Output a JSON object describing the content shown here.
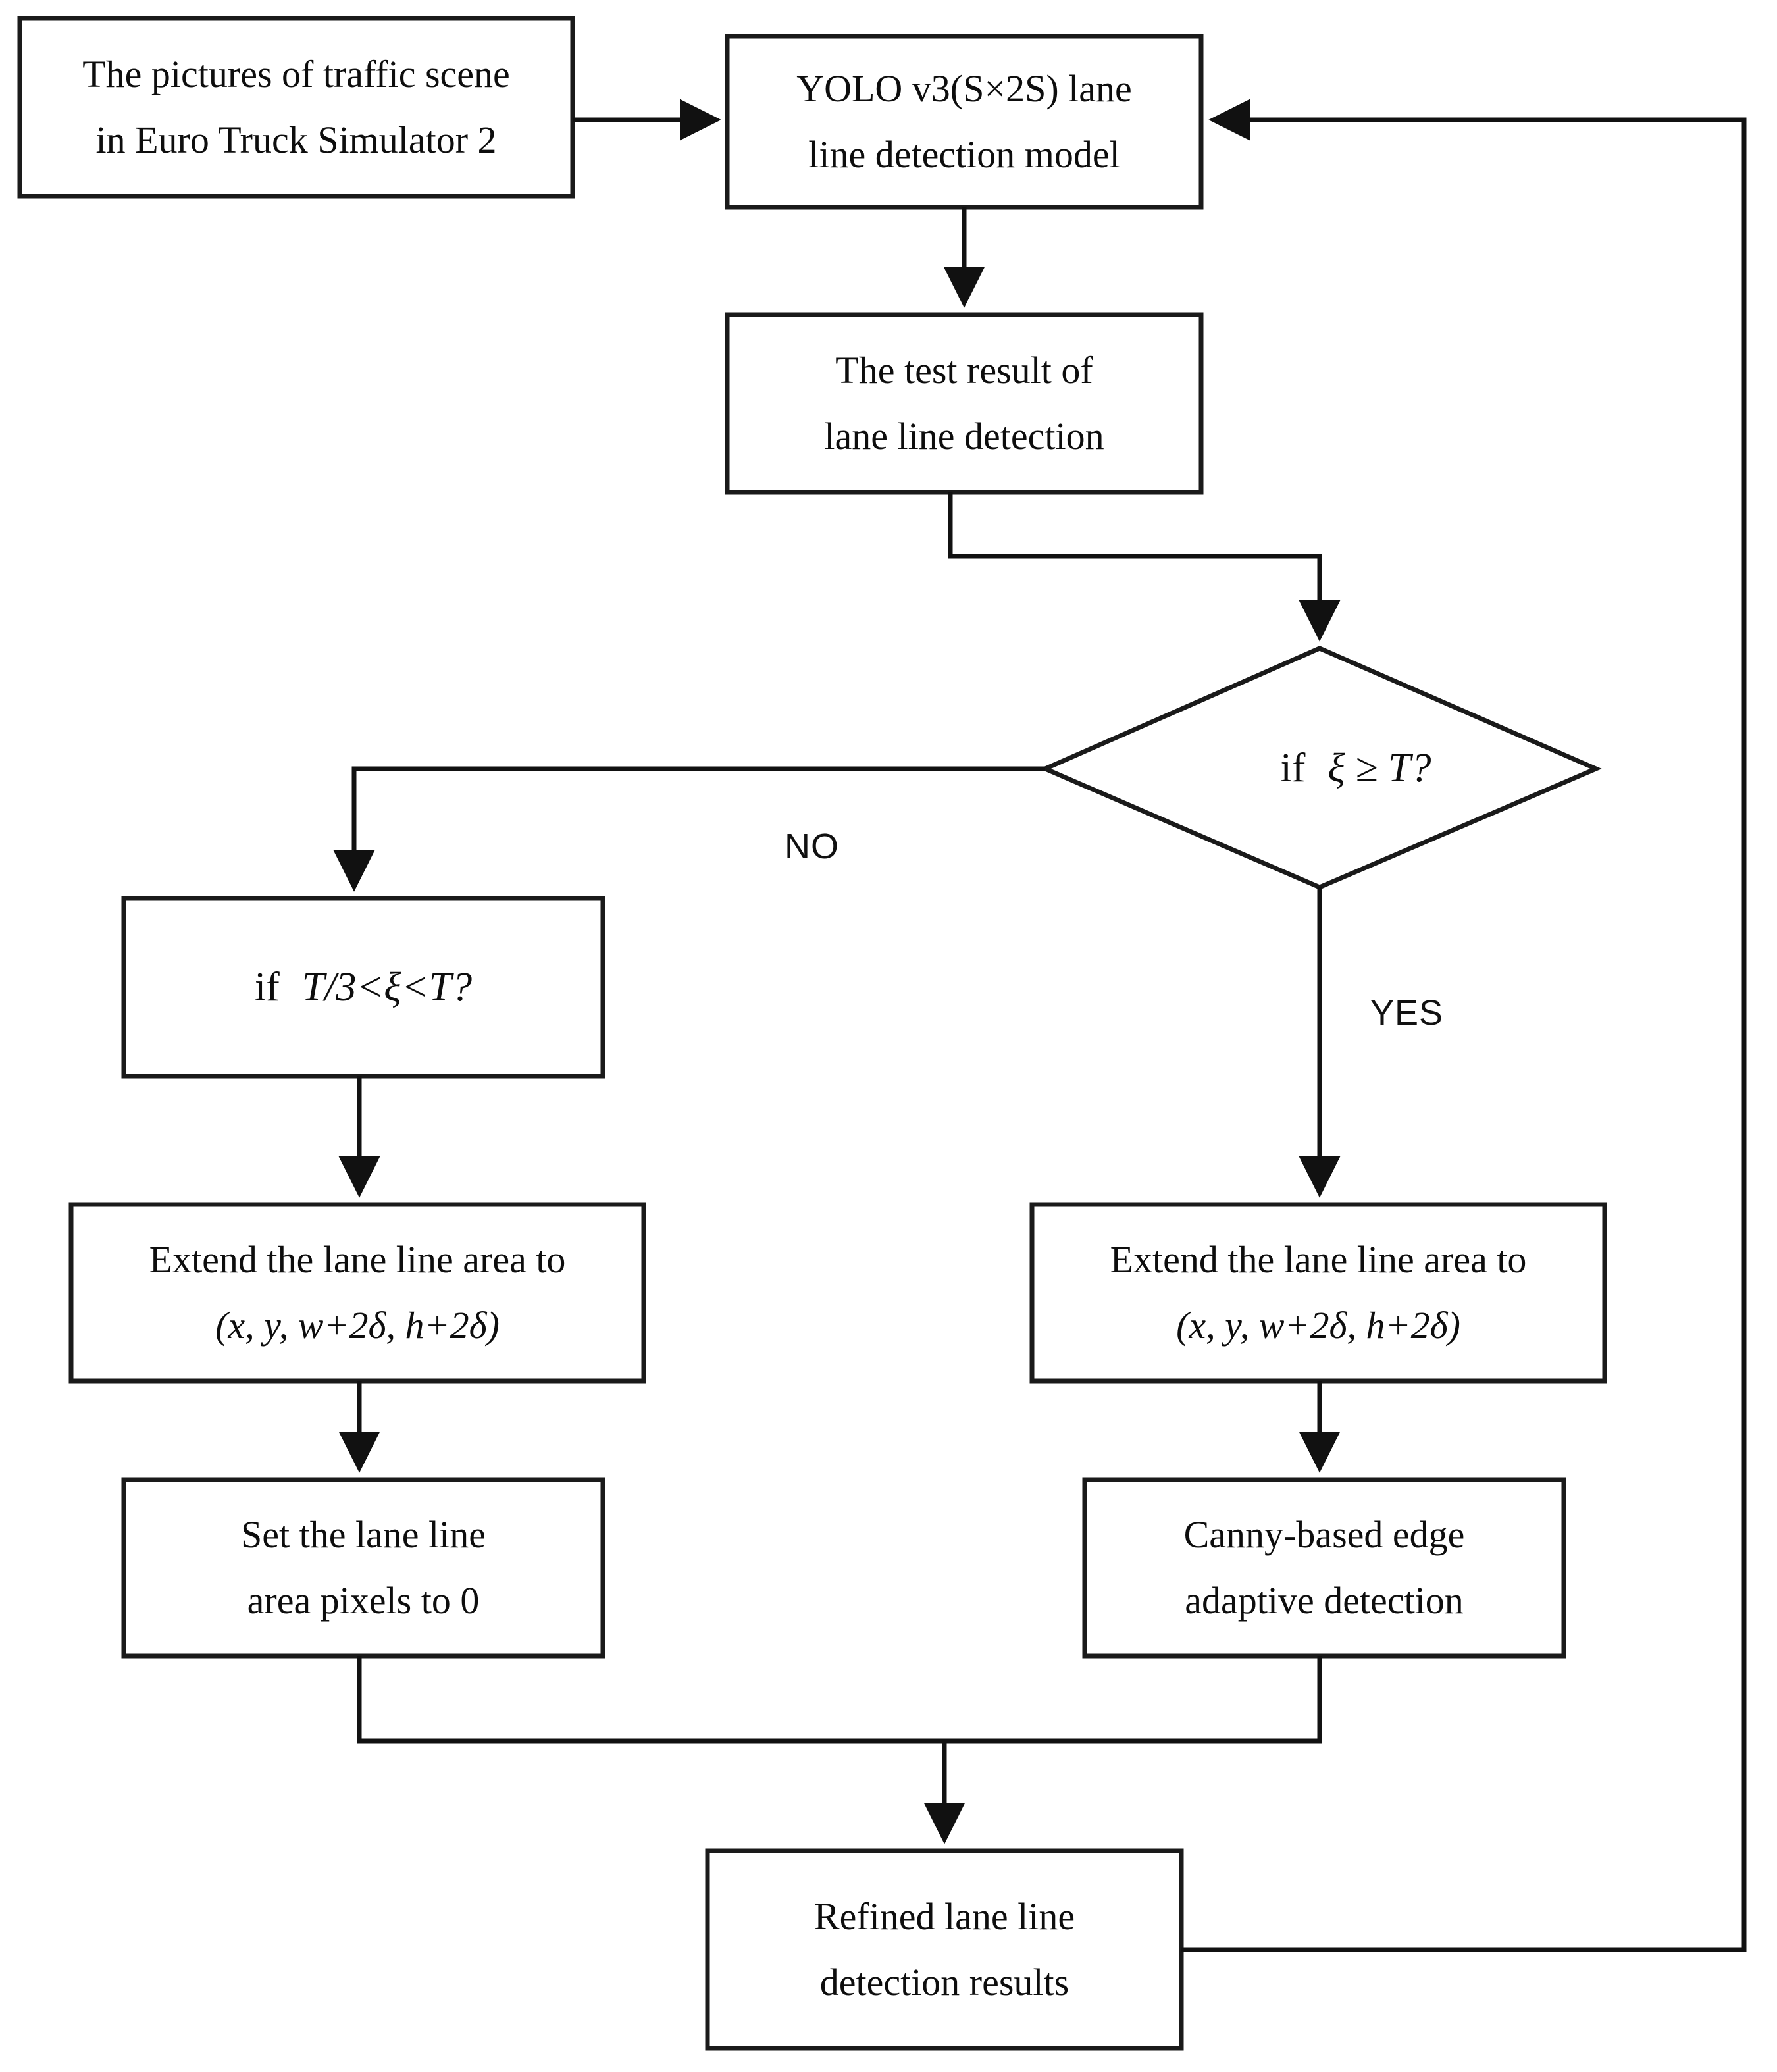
{
  "diagram": {
    "type": "flowchart",
    "title": "Lane line detection refinement flowchart",
    "colors": {
      "background": "#ffffff",
      "node_border": "#1a1a1a",
      "node_fill": "#ffffff",
      "connector": "#111111",
      "text": "#0d0d0d"
    },
    "nodes": {
      "input_pictures": {
        "shape": "rectangle",
        "line1": "The pictures of traffic scene",
        "line2": "in Euro Truck Simulator 2"
      },
      "yolo_model": {
        "shape": "rectangle",
        "line1": "YOLO v3(S×2S) lane",
        "line2": "line detection model"
      },
      "test_result": {
        "shape": "rectangle",
        "line1": "The test result of",
        "line2": "lane line detection"
      },
      "decision_threshold": {
        "shape": "diamond",
        "prefix": "if",
        "expression": "ξ ≥ T?",
        "symbol": "ξ",
        "operator": "≥",
        "threshold": "T"
      },
      "decision_partial": {
        "shape": "rectangle",
        "prefix": "if",
        "expression": "T/3<ξ<T?",
        "lower": "T/3",
        "symbol": "ξ",
        "upper": "T"
      },
      "extend_left": {
        "shape": "rectangle",
        "line1": "Extend the lane line area to",
        "line2": "(x, y, w+2δ, h+2δ)"
      },
      "set_zero": {
        "shape": "rectangle",
        "line1": "Set the lane line",
        "line2": "area pixels to 0"
      },
      "extend_right": {
        "shape": "rectangle",
        "line1": "Extend the lane line area to",
        "line2": "(x, y, w+2δ, h+2δ)"
      },
      "canny_edge": {
        "shape": "rectangle",
        "line1": "Canny-based edge",
        "line2": "adaptive detection"
      },
      "refined_results": {
        "shape": "rectangle",
        "line1": "Refined lane line",
        "line2": "detection results"
      }
    },
    "branch_labels": {
      "no": "NO",
      "yes": "YES"
    },
    "edges": [
      {
        "from": "input_pictures",
        "to": "yolo_model",
        "label": ""
      },
      {
        "from": "yolo_model",
        "to": "test_result",
        "label": ""
      },
      {
        "from": "test_result",
        "to": "decision_threshold",
        "label": ""
      },
      {
        "from": "decision_threshold",
        "to": "decision_partial",
        "label": "NO"
      },
      {
        "from": "decision_threshold",
        "to": "extend_right",
        "label": "YES"
      },
      {
        "from": "decision_partial",
        "to": "extend_left",
        "label": ""
      },
      {
        "from": "extend_left",
        "to": "set_zero",
        "label": ""
      },
      {
        "from": "extend_right",
        "to": "canny_edge",
        "label": ""
      },
      {
        "from": "set_zero",
        "to": "refined_results",
        "label": ""
      },
      {
        "from": "canny_edge",
        "to": "refined_results",
        "label": ""
      },
      {
        "from": "refined_results",
        "to": "yolo_model",
        "label": ""
      }
    ]
  }
}
